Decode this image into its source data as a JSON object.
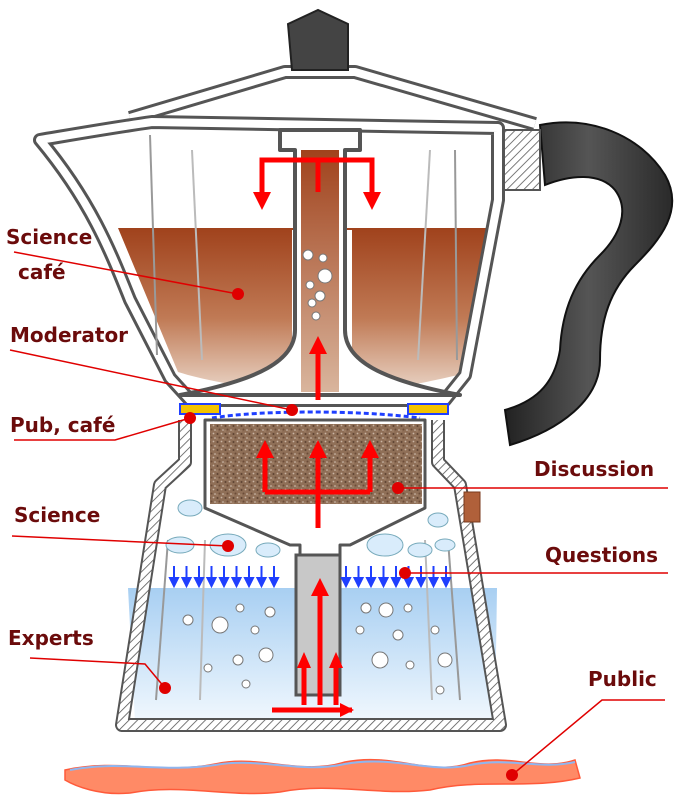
{
  "labels": {
    "science_cafe_line1": "Science",
    "science_cafe_line2": "café",
    "moderator": "Moderator",
    "pub_cafe": "Pub, café",
    "science": "Science",
    "experts": "Experts",
    "discussion": "Discussion",
    "questions": "Questions",
    "public": "Public"
  },
  "colors": {
    "label_text": "#6b0b0b",
    "leader_line": "#e00000",
    "arrow": "#ff0000",
    "down_arrow": "#1f3fff",
    "pot_outline": "#555555",
    "coffee_dark": "#a0421c",
    "coffee_light": "#e6cdbb",
    "water_top": "#a8cff2",
    "water_bottom": "#eef6fd",
    "grounds": "#8a6b52",
    "handle": "#3a3a3a",
    "gasket": "#f3c300",
    "flame": "#ff7a55"
  }
}
